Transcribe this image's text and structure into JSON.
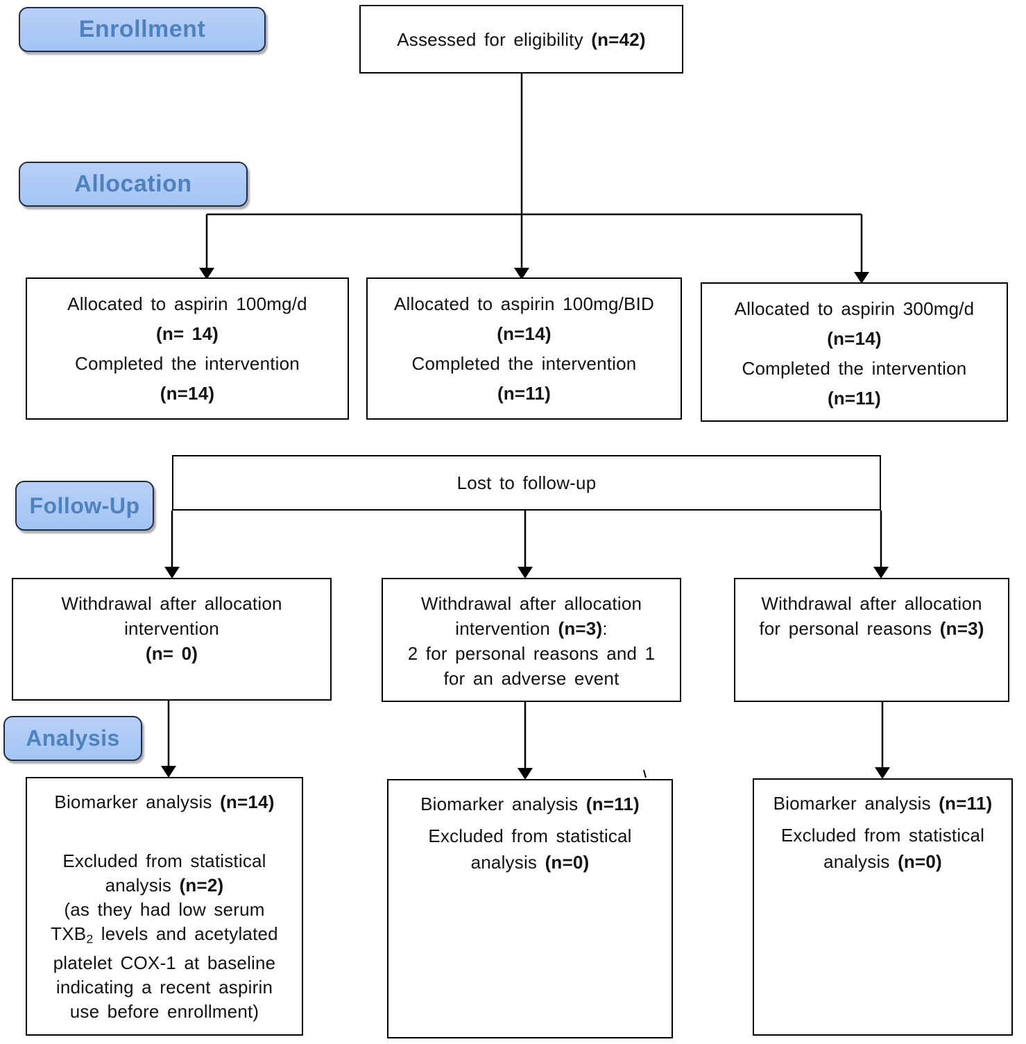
{
  "title": "CONSORT participant flow diagram",
  "colors": {
    "label_fill": "#abc9f6",
    "label_text": "#4f81bd",
    "label_border": "#222c3e",
    "box_border": "#000000",
    "box_text": "#111111",
    "background": "#ffffff"
  },
  "stage_labels": {
    "enrollment": "Enrollment",
    "allocation": "Allocation",
    "followup": "Follow-Up",
    "analysis": "Analysis"
  },
  "boxes": {
    "assessed": {
      "l1": {
        "pre": "Assessed for eligibility ",
        "bold": "(n=42)"
      }
    },
    "alloc1": {
      "l1": {
        "pre": "Allocated to aspirin 100mg/d"
      },
      "l2": {
        "bold": "(n= 14)"
      },
      "l3": {
        "pre": "Completed the intervention"
      },
      "l4": {
        "bold": "(n=14)"
      }
    },
    "alloc2": {
      "l1": {
        "pre": "Allocated to aspirin 100mg/BID"
      },
      "l2": {
        "bold": "(n=14)"
      },
      "l3": {
        "pre": "Completed the intervention"
      },
      "l4": {
        "bold": "(n=11)"
      }
    },
    "alloc3": {
      "l1": {
        "pre": "Allocated to aspirin 300mg/d"
      },
      "l2": {
        "bold": "(n=14)"
      },
      "l3": {
        "pre": "Completed the intervention"
      },
      "l4": {
        "bold": "(n=11)"
      }
    },
    "lost": {
      "l1": {
        "pre": "Lost to follow-up"
      }
    },
    "fu1": {
      "l1": {
        "pre": "Withdrawal after allocation"
      },
      "l2": {
        "pre": "intervention"
      },
      "l3": {
        "bold": "(n= 0)"
      }
    },
    "fu2": {
      "l1": {
        "pre": "Withdrawal after allocation"
      },
      "l2": {
        "pre": "intervention ",
        "bold": "(n=3)",
        "post": ":"
      },
      "l3": {
        "pre": "2 for personal reasons and 1"
      },
      "l4": {
        "pre": "for an adverse event"
      }
    },
    "fu3": {
      "l1": {
        "pre": "Withdrawal after allocation"
      },
      "l2": {
        "pre": "for personal reasons ",
        "bold": "(n=3)"
      }
    },
    "bio1": {
      "l1": {
        "pre": "Biomarker analysis ",
        "bold": "(n=14)"
      },
      "l2": {
        "pre": "Excluded from statistical"
      },
      "l3": {
        "pre": "analysis ",
        "bold": "(n=2)"
      },
      "l4": {
        "pre": "(as they had low serum"
      },
      "l5": {
        "pre": "TXB",
        "sub": "2",
        "post": " levels and acetylated"
      },
      "l6": {
        "pre": "platelet COX-1 at baseline"
      },
      "l7": {
        "pre": "indicating a recent aspirin"
      },
      "l8": {
        "pre": "use before enrollment)"
      }
    },
    "bio2": {
      "l1": {
        "pre": "Biomarker analysis ",
        "bold": "(n=11)"
      },
      "l2": {
        "pre": "Excluded from statistical"
      },
      "l3": {
        "pre": "analysis ",
        "bold": "(n=0)"
      }
    },
    "bio3": {
      "l1": {
        "pre": "Biomarker analysis ",
        "bold": "(n=11)"
      },
      "l2": {
        "pre": "Excluded from statistical"
      },
      "l3": {
        "pre": "analysis ",
        "bold": "(n=0)"
      }
    }
  }
}
